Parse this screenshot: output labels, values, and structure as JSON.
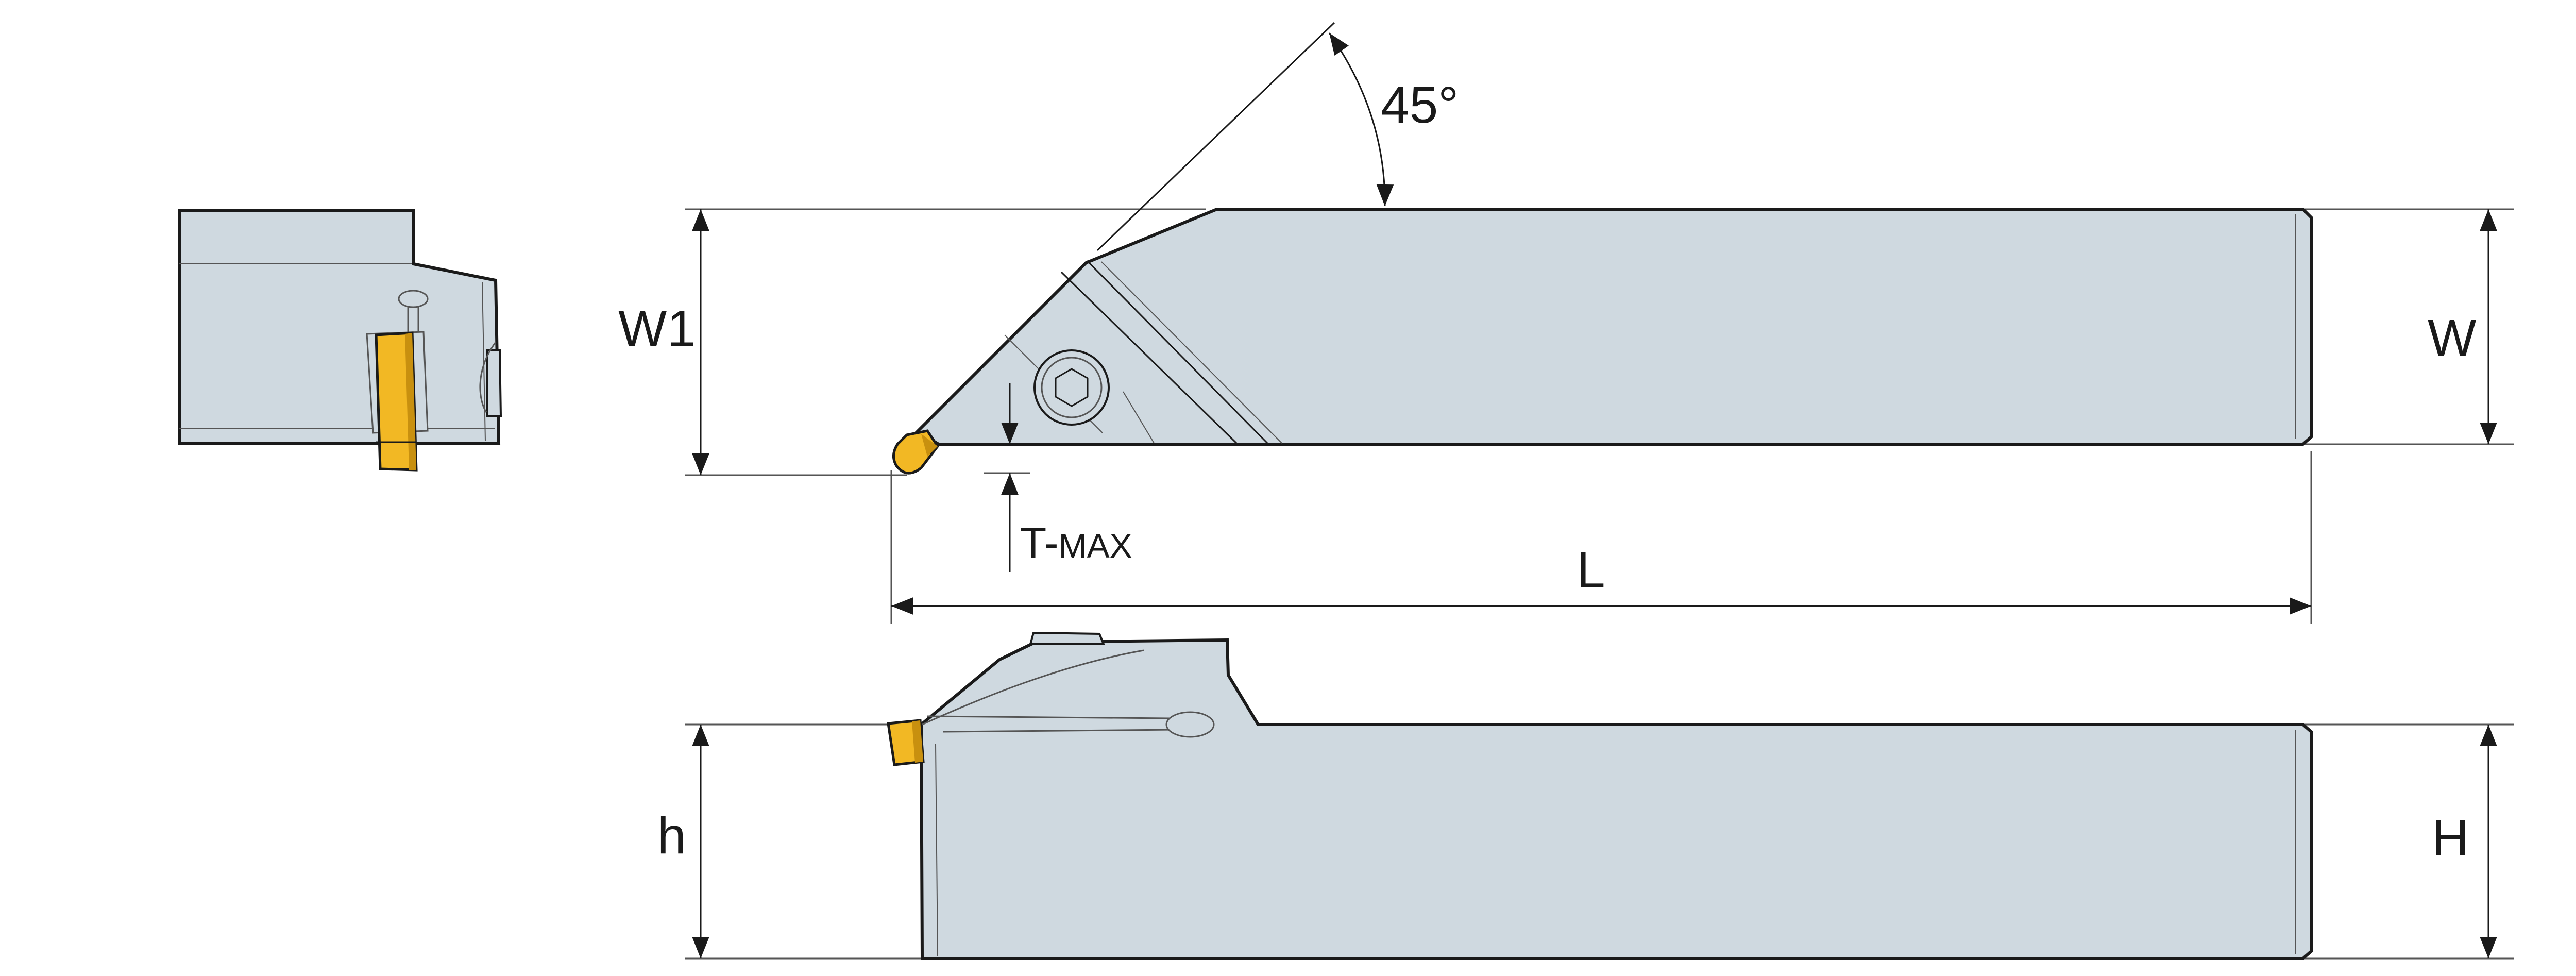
{
  "colors": {
    "body_fill": "#cfd9e0",
    "outline": "#1a1a1a",
    "dimension_line": "#1a1a1a",
    "extension_line": "#555555",
    "insert_fill": "#f2b824",
    "insert_shade": "#c8900f",
    "background": "#ffffff"
  },
  "views": {
    "end_view": "end-view",
    "top_view": "top-view",
    "side_view": "side-view"
  },
  "labels": {
    "angle": "45°",
    "w1": "W1",
    "w": "W",
    "t_max_prefix": "T-",
    "t_max_suffix": "MAX",
    "l": "L",
    "h_lower": "h",
    "h_upper": "H"
  },
  "icons": {
    "screw": "hex-socket-screw-icon",
    "insert": "cutting-insert-icon"
  }
}
